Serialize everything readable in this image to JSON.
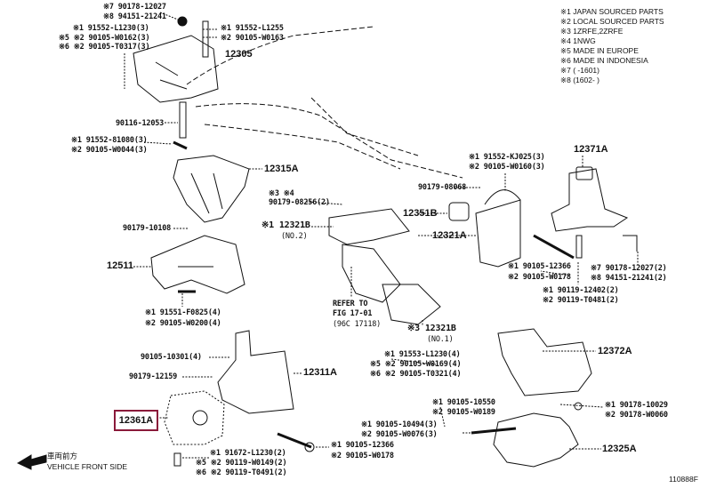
{
  "legend": [
    "※1 JAPAN SOURCED PARTS",
    "※2 LOCAL SOURCED PARTS",
    "※3 1ZRFE,2ZRFE",
    "※4 1NWG",
    "※5 MADE IN EUROPE",
    "※6 MADE IN INDONESIA",
    "※7 (      -1601)",
    "※8 (1602-      )"
  ],
  "labels": {
    "a1": "※7 90178-12027",
    "a2": "※8 94151-21241",
    "a3": "※1 91552-L1230(3)",
    "a4": "※5 ※2 90105-W0162(3)",
    "a5": "※6 ※2 90105-T0317(3)",
    "a6": "※1 91552-L1255",
    "a7": "※2 90105-W0163",
    "b1": "90116-12053",
    "b2": "※1 91552-81080(3)",
    "b3": "※2 90105-W0044(3)",
    "c1": "※3 ※4",
    "c2": "90179-08256(2)",
    "c3": "90179-10108",
    "c4": "※1 12321B",
    "c5": "(NO.2)",
    "d1": "※1 91551-F0825(4)",
    "d2": "※2 90105-W0200(4)",
    "e1": "REFER TO",
    "e2": "FIG 17-01",
    "e3": "(96C 17118)",
    "f1": "90105-10301(4)",
    "f2": "90179-12159",
    "g1": "※3 12321B",
    "g2": "(NO.1)",
    "g3": "※1 91553-L1230(4)",
    "g4": "※5 ※2 90105-W0169(4)",
    "g5": "※6 ※2 90105-T0321(4)",
    "h1": "※1 90105-10550",
    "h2": "※2 90105-W0189",
    "h3": "※1 90105-10494(3)",
    "h4": "※2 90105-W0076(3)",
    "h5": "※1 90178-10029",
    "h6": "※2 90178-W0060",
    "i1": "※1 90105-12366",
    "i2": "※2 90105-W0178",
    "j1": "※1 91672-L1230(2)",
    "j2": "※5 ※2 90119-W0149(2)",
    "j3": "※6 ※2 90119-T0491(2)",
    "k1": "※1 91552-KJ025(3)",
    "k2": "※2 90105-W0160(3)",
    "k3": "90179-08068",
    "k4": "※1 90105-12366",
    "k5": "※2 90105-W0178",
    "k6": "※7 90178-12027(2)",
    "k7": "※8 94151-21241(2)",
    "k8": "※1 90119-12402(2)",
    "k9": "※2 90119-T0481(2)"
  },
  "parts": {
    "p12305": "12305",
    "p12315A": "12315A",
    "p12511": "12511",
    "p12311A": "12311A",
    "p12361A": "12361A",
    "p12372A": "12372A",
    "p12325A": "12325A",
    "p12351B": "12351B",
    "p12321A": "12321A",
    "p12371A": "12371A"
  },
  "front": {
    "jp": "車両前方",
    "en": "VEHICLE FRONT SIDE"
  },
  "figure_code": "110888F",
  "highlight_color": "#8a1a3a"
}
